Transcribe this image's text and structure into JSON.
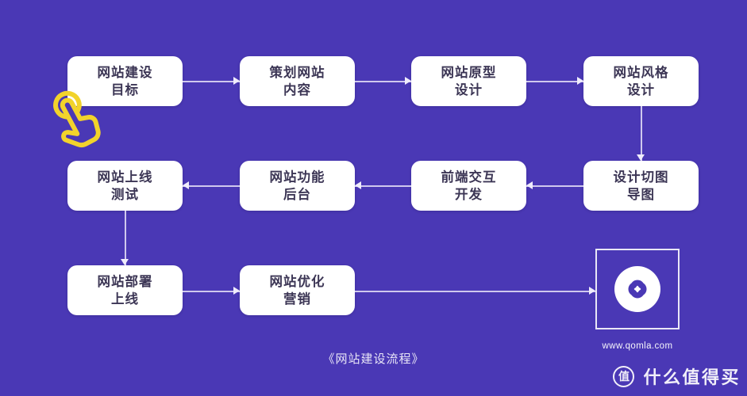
{
  "colors": {
    "background": "#4a38b5",
    "node_background": "#ffffff",
    "node_text": "#3c3655",
    "connector": "#cfc8ee",
    "cursor_yellow": "#f2d32b",
    "logo_purple": "#4a38b5",
    "watermark_white": "#ffffff"
  },
  "flow": {
    "caption": "《网站建设流程》",
    "nodes": [
      {
        "line1": "网站建设",
        "line2": "目标"
      },
      {
        "line1": "策划网站",
        "line2": "内容"
      },
      {
        "line1": "网站原型",
        "line2": "设计"
      },
      {
        "line1": "网站风格",
        "line2": "设计"
      },
      {
        "line1": "网站上线",
        "line2": "测试"
      },
      {
        "line1": "网站功能",
        "line2": "后台"
      },
      {
        "line1": "前端交互",
        "line2": "开发"
      },
      {
        "line1": "设计切图",
        "line2": "导图"
      },
      {
        "line1": "网站部署",
        "line2": "上线"
      },
      {
        "line1": "网站优化",
        "line2": "营销"
      }
    ]
  },
  "logo_card": {
    "url_label": "www.qomla.com"
  },
  "watermark": {
    "badge": "值",
    "brand": "什么值得买"
  },
  "icons": {
    "tap_hand": "tap-hand-cursor-icon",
    "qomla_logo": "qomla-clover-logo-icon"
  }
}
